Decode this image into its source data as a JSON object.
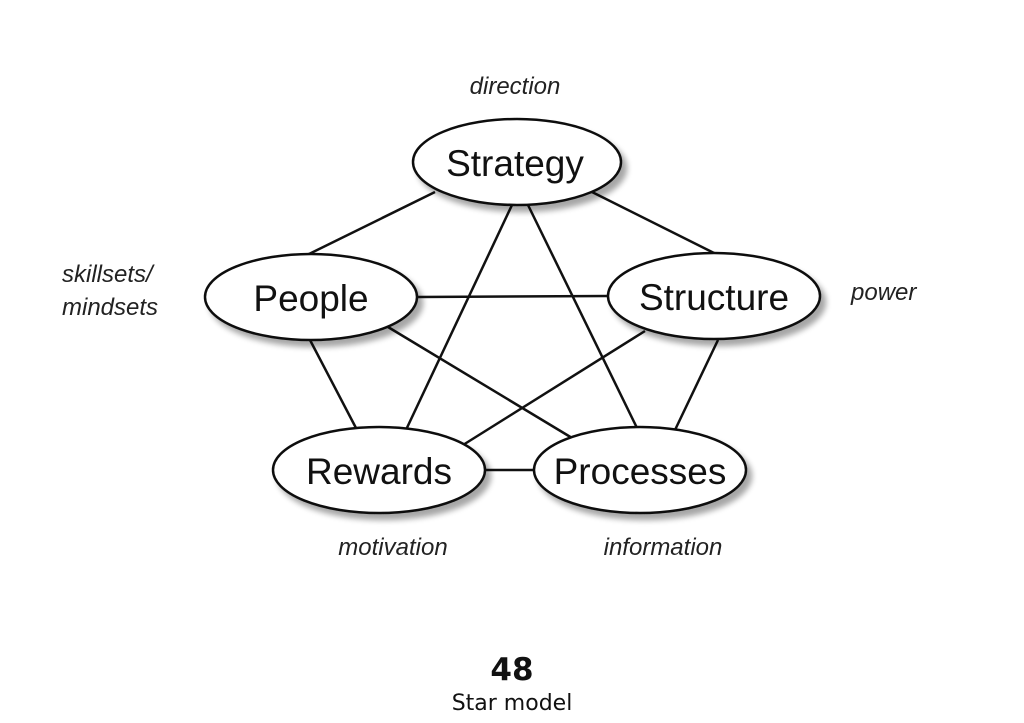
{
  "diagram": {
    "nodes": {
      "strategy": "Strategy",
      "people": "People",
      "structure": "Structure",
      "rewards": "Rewards",
      "processes": "Processes"
    },
    "annotations": {
      "direction": "direction",
      "skillsets_line1": "skillsets/",
      "skillsets_line2": "mindsets",
      "power": "power",
      "motivation": "motivation",
      "information": "information"
    }
  },
  "footer": {
    "number": "48",
    "caption": "Star model"
  }
}
